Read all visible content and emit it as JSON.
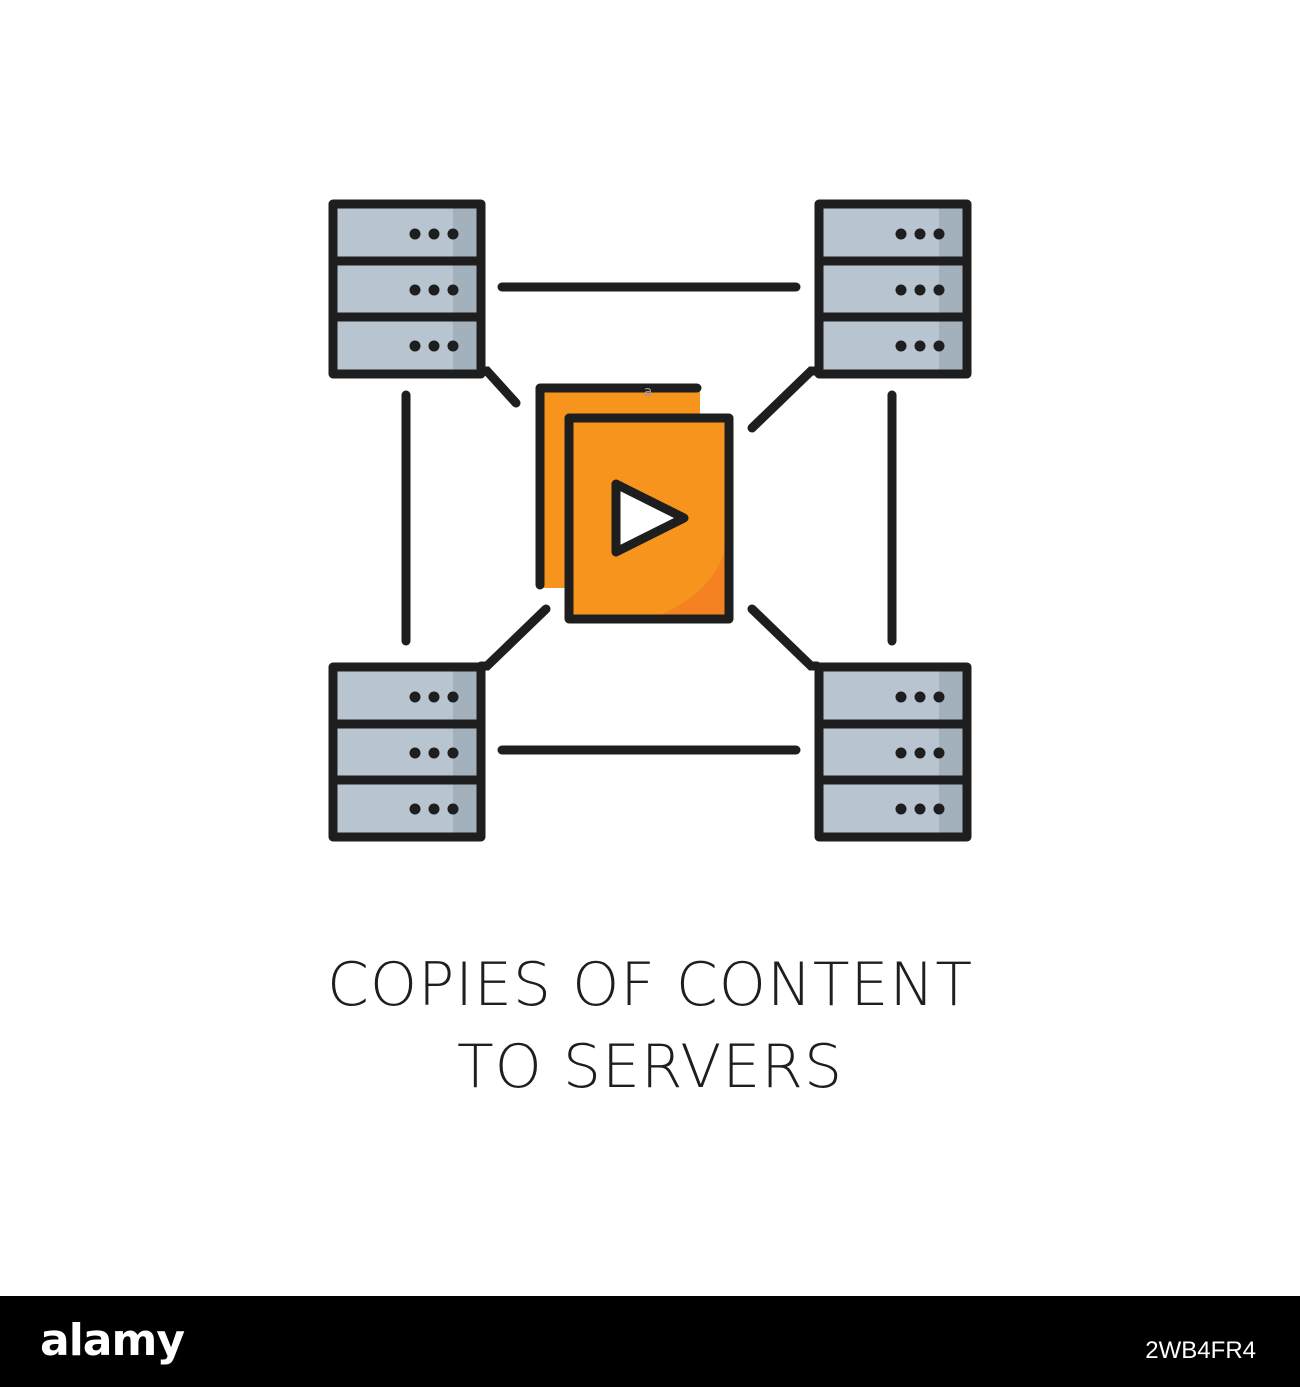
{
  "caption": {
    "line1": "COPIES OF CONTENT",
    "line2": "TO SERVERS"
  },
  "footer": {
    "logo": "alamy",
    "image_id": "2WB4FR4",
    "watermark": "a"
  },
  "diagram": {
    "center_node": "video-file-copies-icon",
    "nodes": [
      "server-top-left",
      "server-top-right",
      "server-bottom-left",
      "server-bottom-right"
    ]
  },
  "colors": {
    "stroke": "#1e1e1e",
    "server_fill": "#b8c4cf",
    "server_shade": "#a3b1bc",
    "file_fill": "#f7941d",
    "file_shade": "#f58220",
    "footer_bg": "#000000"
  }
}
